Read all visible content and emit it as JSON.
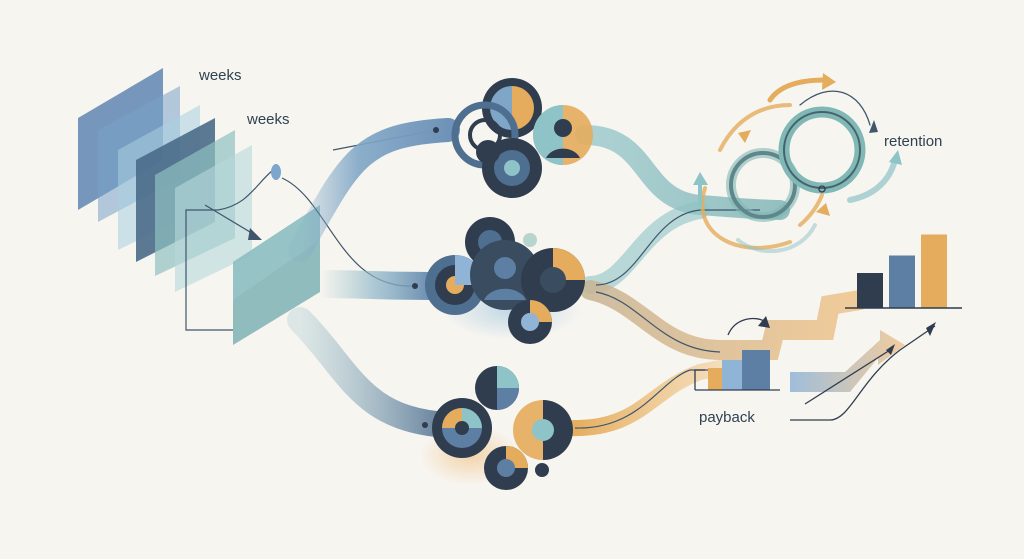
{
  "labels": {
    "weeks_1": "weeks",
    "weeks_2": "weeks",
    "retention": "retention",
    "payback": "payback"
  },
  "icons": {
    "cohort_cluster": "ring-and-circle-cluster-icon",
    "retention_loop": "loop-arrows-icon",
    "payback_steps": "rising-step-arrow-icon",
    "growth_bars": "bar-chart-icon"
  },
  "colors": {
    "background": "#f7f5f0",
    "navy": "#2f3d4f",
    "steel_blue": "#5d7fa3",
    "teal": "#7fb8b4",
    "gold": "#e4ac5c",
    "text": "#2f4254"
  },
  "chart_data": {
    "type": "bar",
    "categories": [
      "",
      "",
      ""
    ],
    "values": [
      1.0,
      1.5,
      2.1
    ]
  }
}
